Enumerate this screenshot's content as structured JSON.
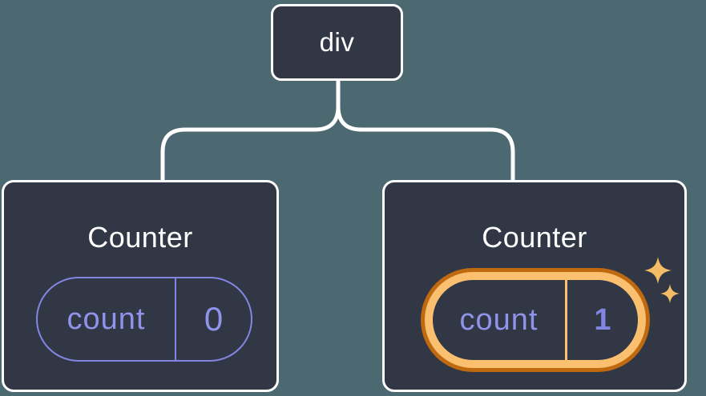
{
  "figure": {
    "description": "Component tree diagram: a div root element with two Counter children showing their count state",
    "root": {
      "label": "div"
    },
    "children": [
      {
        "title": "Counter",
        "state_key": "count",
        "state_value": "0",
        "highlighted": false
      },
      {
        "title": "Counter",
        "state_key": "count",
        "state_value": "1",
        "highlighted": true
      }
    ]
  },
  "icons": {
    "sparkles": "four-point-star sparkle marking updated state"
  },
  "colors": {
    "background": "#4c6871",
    "node_fill": "#313745",
    "node_border": "#ffffff",
    "connector": "#ffffff",
    "title_text": "#ffffff",
    "state_accent": "#8286e2",
    "state_text": "#9093ea",
    "highlight_outer": "#bf6a10",
    "highlight_inner": "#fbbf70",
    "sparkle": "#f5bc66"
  }
}
